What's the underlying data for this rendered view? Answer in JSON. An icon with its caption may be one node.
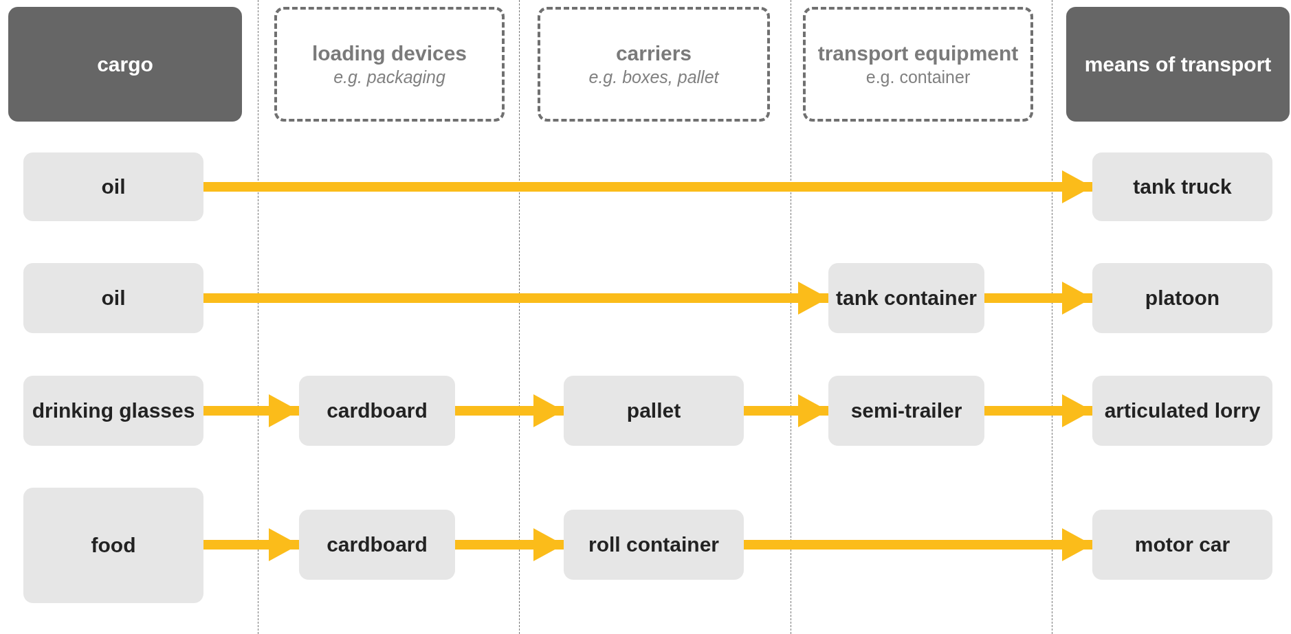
{
  "diagram": {
    "nodes": [
      {
        "text": [
          "cargo"
        ]
      },
      {
        "text": [
          "loading devices",
          "e.g. packaging"
        ]
      },
      {
        "text": [
          "carriers",
          "e.g. boxes, pallet"
        ]
      },
      {
        "text": [
          "transport equipment",
          "e.g. container"
        ]
      },
      {
        "text": [
          "means of transport"
        ]
      },
      {
        "text": [
          "oil"
        ]
      },
      {
        "text": [
          "tank truck"
        ]
      },
      {
        "text": [
          "oil"
        ]
      },
      {
        "text": [
          "tank container"
        ]
      },
      {
        "text": [
          "platoon"
        ]
      },
      {
        "text": [
          "drinking glasses"
        ]
      },
      {
        "text": [
          "cardboard"
        ]
      },
      {
        "text": [
          "pallet"
        ]
      },
      {
        "text": [
          "semi-trailer"
        ]
      },
      {
        "text": [
          "articulated lorry"
        ]
      },
      {
        "text": [
          "food"
        ]
      },
      {
        "text": [
          "cardboard"
        ]
      },
      {
        "text": [
          "roll container"
        ]
      },
      {
        "text": [
          "motor car"
        ]
      }
    ],
    "edges": [
      {
        "from": 5,
        "to": 6,
        "arrow": "to"
      },
      {
        "from": 7,
        "to": 8,
        "arrow": "to"
      },
      {
        "from": 8,
        "to": 9,
        "arrow": "to"
      },
      {
        "from": 10,
        "to": 11,
        "arrow": "to"
      },
      {
        "from": 11,
        "to": 12,
        "arrow": "to"
      },
      {
        "from": 12,
        "to": 13,
        "arrow": "to"
      },
      {
        "from": 13,
        "to": 14,
        "arrow": "to"
      },
      {
        "from": 15,
        "to": 16,
        "arrow": "to"
      },
      {
        "from": 16,
        "to": 17,
        "arrow": "to"
      },
      {
        "from": 17,
        "to": 18,
        "arrow": "to"
      }
    ]
  }
}
